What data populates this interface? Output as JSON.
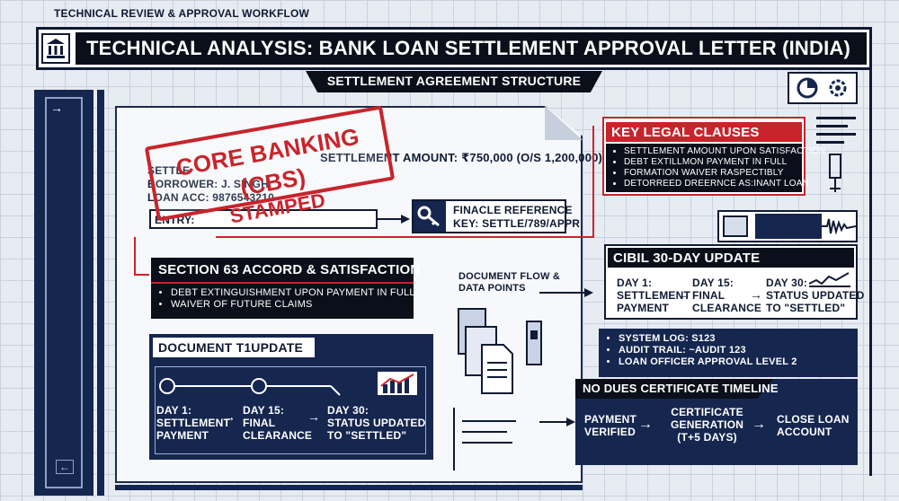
{
  "header": {
    "workflow_tag": "TECHNICAL REVIEW & APPROVAL WORKFLOW",
    "title": "TECHNICAL ANALYSIS: BANK LOAN SETTLEMENT APPROVAL LETTER (INDIA)",
    "subtitle": "SETTLEMENT AGREEMENT STRUCTURE"
  },
  "letter": {
    "stamp_line1": "CORE BANKING (CBS)",
    "stamp_line2": "STAMPED",
    "settlement_amount": "SETTLEMENT AMOUNT: ₹750,000 (O/S 1,200,000)",
    "line_settle": "SETTLE",
    "borrower": "BORROWER: J. SINGH",
    "loan_acc": "LOAN ACC: 9876543210",
    "entry_label": "ENTRY:",
    "finacle_line1": "FINACLE REFERENCE",
    "finacle_line2": "KEY: SETTLE/789/APPR"
  },
  "section63": {
    "title": "SECTION 63 ACCORD & SATISFACTION",
    "items": [
      "DEBT EXTINGUISHMENT UPON PAYMENT IN FULL",
      "WAIVER OF FUTURE CLAIMS"
    ]
  },
  "doc_update": {
    "title": "DOCUMENT T1UPDATE",
    "steps": [
      {
        "line1": "DAY 1:",
        "line2": "SETTLEMENT",
        "line3": "PAYMENT"
      },
      {
        "line1": "DAY 15:",
        "line2": "FINAL",
        "line3": "CLEARANCE"
      },
      {
        "line1": "DAY 30:",
        "line2": "STATUS UPDATED",
        "line3": "TO \"SETTLED\""
      }
    ]
  },
  "doc_flow": {
    "label_line1": "DOCUMENT FLOW &",
    "label_line2": "DATA POINTS"
  },
  "legal": {
    "title": "KEY LEGAL CLAUSES",
    "items": [
      "SETTLEMENT AMOUNT UPON SATISFACTION",
      "DEBT EXTILLMON PAYMENT IN FULL",
      "FORMATION WAIVER RASPECTIBLY",
      "DETORREED DREERNCE AS:INANT LOAN"
    ]
  },
  "cibil": {
    "title": "CIBIL 30-DAY UPDATE",
    "steps": [
      {
        "line1": "DAY 1:",
        "line2": "SETTLEMENT",
        "line3": "PAYMENT"
      },
      {
        "line1": "DAY 15:",
        "line2": "FINAL",
        "line3": "CLEARANCE"
      },
      {
        "line1": "DAY 30:",
        "line2": "STATUS UPDATED",
        "line3": "TO \"SETTLED\""
      }
    ]
  },
  "system": {
    "lines": [
      "SYSTEM LOG: S123",
      "AUDIT TRAIL: ~AUDIT 123",
      "LOAN OFFICER APPROVAL LEVEL 2"
    ]
  },
  "no_dues": {
    "title": "NO DUES CERTIFICATE TIMELINE",
    "steps": [
      {
        "line1": "PAYMENT",
        "line2": "VERIFIED",
        "line3": ""
      },
      {
        "line1": "CERTIFICATE",
        "line2": "GENERATION",
        "line3": "(T+5 DAYS)"
      },
      {
        "line1": "CLOSE LOAN",
        "line2": "ACCOUNT",
        "line3": ""
      }
    ]
  },
  "colors": {
    "navy": "#15264f",
    "black": "#0b0f1a",
    "accent_red": "#c8242b",
    "paper": "#f6f8fb"
  },
  "icons": [
    "bank-icon",
    "key-icon",
    "pie-chart-icon",
    "gear-icon",
    "trend-chart-icon",
    "document-icon",
    "arrow-icon"
  ]
}
